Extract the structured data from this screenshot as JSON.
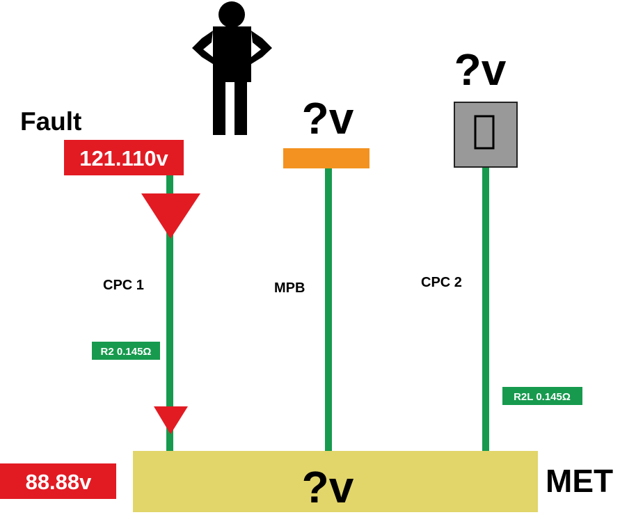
{
  "fault": {
    "label": "Fault",
    "voltage": "121.110v"
  },
  "cpc1": {
    "label": "CPC 1",
    "resistance": "R2 0.145Ω"
  },
  "mpb": {
    "label": "MPB",
    "voltage": "?v"
  },
  "cpc2": {
    "label": "CPC 2",
    "resistance": "R2L 0.145Ω",
    "voltage": "?v",
    "socket_glyph": "▯"
  },
  "met": {
    "label": "MET",
    "voltage": "?v",
    "reference_voltage": "88.88v"
  },
  "colors": {
    "conductor": "#179a4e",
    "fault_red": "#e21b23",
    "met_bar": "#e2d56a",
    "mpb_bar": "#f39220",
    "socket_fill": "#999999",
    "person": "#000000",
    "resistance_box": "#179a4e"
  }
}
